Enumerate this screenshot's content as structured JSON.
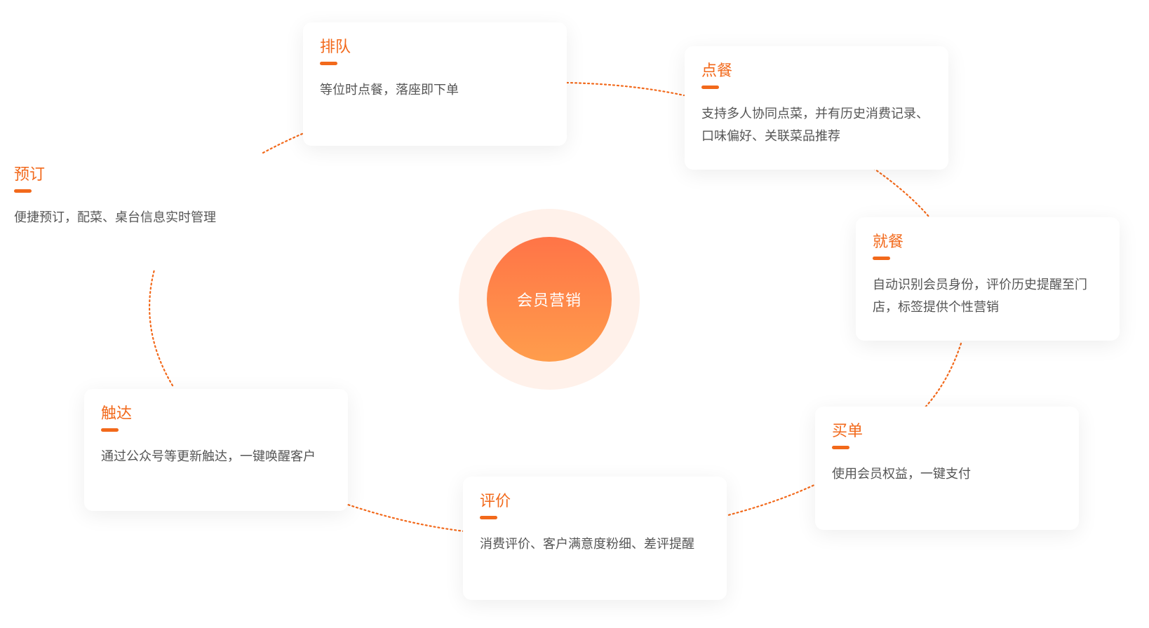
{
  "center": {
    "label": "会员营销"
  },
  "colors": {
    "accent": "#f2691b",
    "text": "#555555",
    "halo": "#fff1ea"
  },
  "nodes": [
    {
      "id": "paidui",
      "title": "排队",
      "text": "等位时点餐，落座即下单"
    },
    {
      "id": "diancan",
      "title": "点餐",
      "text": "支持多人协同点菜，并有历史消费记录、口味偏好、关联菜品推荐"
    },
    {
      "id": "jiucan",
      "title": "就餐",
      "text": "自动识别会员身份，评价历史提醒至门店，标签提供个性营销"
    },
    {
      "id": "maidan",
      "title": "买单",
      "text": "使用会员权益，一键支付"
    },
    {
      "id": "pingjia",
      "title": "评价",
      "text": "消费评价、客户满意度粉细、差评提醒"
    },
    {
      "id": "chuda",
      "title": "触达",
      "text": "通过公众号等更新触达，一键唤醒客户"
    },
    {
      "id": "yuding",
      "title": "预订",
      "text": "便捷预订，配菜、桌台信息实时管理"
    }
  ]
}
